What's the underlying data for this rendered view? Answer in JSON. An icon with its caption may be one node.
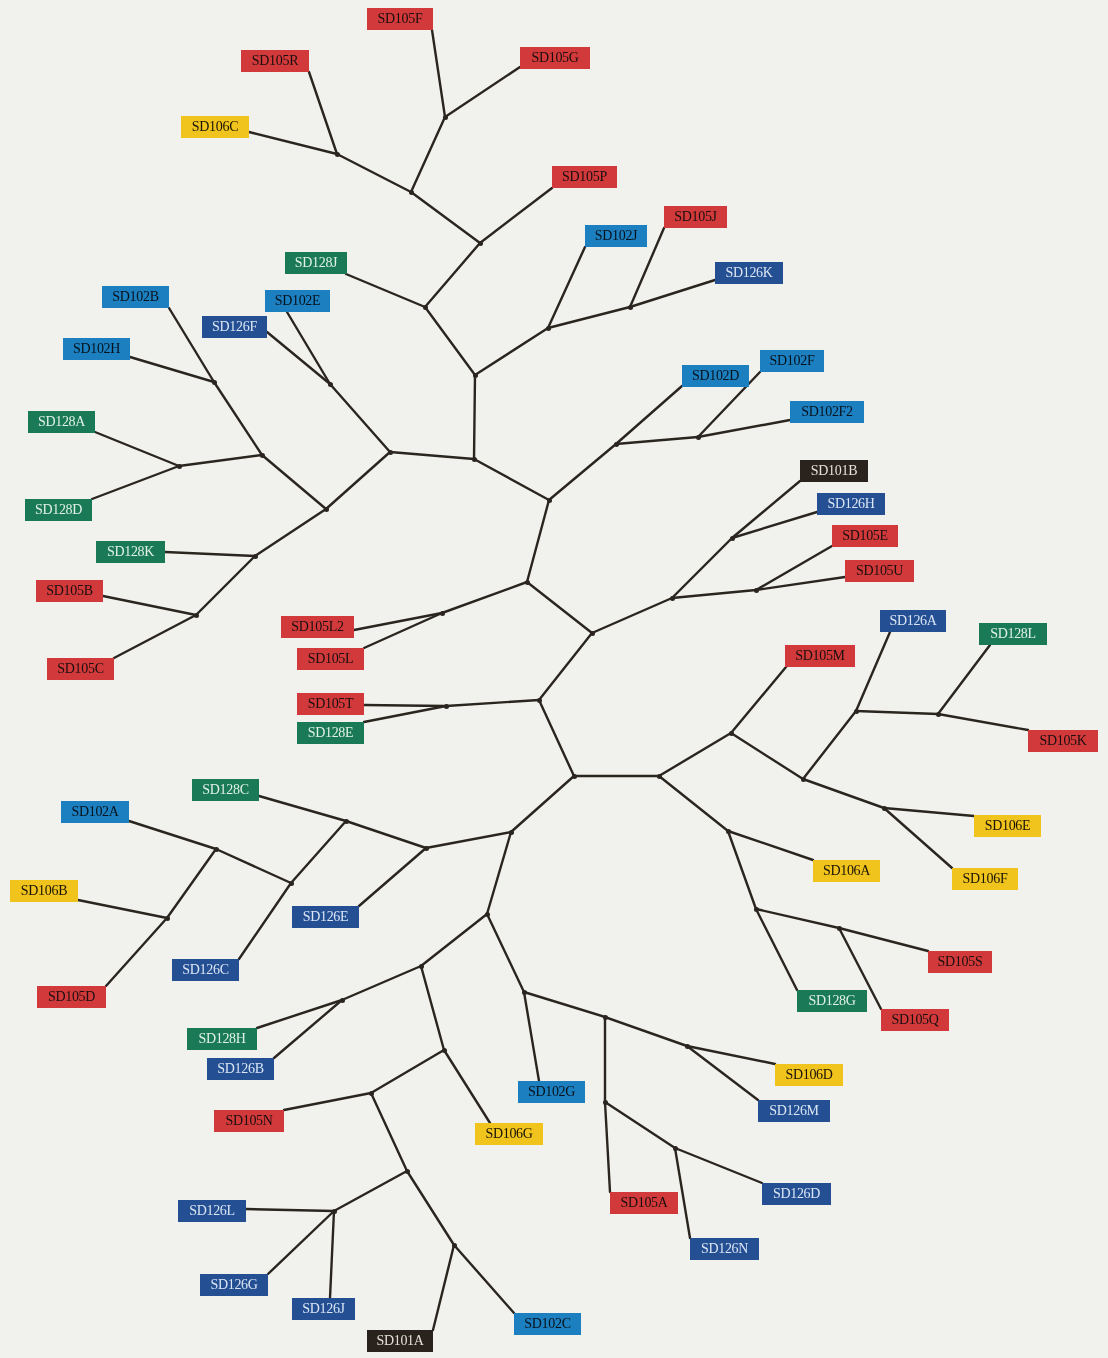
{
  "diagram": {
    "nodes": [
      {
        "text": [
          "SD105F"
        ]
      },
      {
        "text": [
          "SD105R"
        ]
      },
      {
        "text": [
          "SD105G"
        ]
      },
      {
        "text": [
          "SD106C"
        ]
      },
      {
        "text": [
          "SD105P"
        ]
      },
      {
        "text": [
          "SD105J"
        ]
      },
      {
        "text": [
          "SD102J"
        ]
      },
      {
        "text": [
          "SD128J"
        ]
      },
      {
        "text": [
          "SD126K"
        ]
      },
      {
        "text": [
          "SD102B"
        ]
      },
      {
        "text": [
          "SD102E"
        ]
      },
      {
        "text": [
          "SD126F"
        ]
      },
      {
        "text": [
          "SD102H"
        ]
      },
      {
        "text": [
          "SD102F"
        ]
      },
      {
        "text": [
          "SD102D"
        ]
      },
      {
        "text": [
          "SD102F2"
        ]
      },
      {
        "text": [
          "SD128A"
        ]
      },
      {
        "text": [
          "SD101B"
        ]
      },
      {
        "text": [
          "SD126H"
        ]
      },
      {
        "text": [
          "SD128D"
        ]
      },
      {
        "text": [
          "SD105E"
        ]
      },
      {
        "text": [
          "SD128K"
        ]
      },
      {
        "text": [
          "SD105U"
        ]
      },
      {
        "text": [
          "SD105B"
        ]
      },
      {
        "text": [
          "SD126A"
        ]
      },
      {
        "text": [
          "SD128L"
        ]
      },
      {
        "text": [
          "SD105L2"
        ]
      },
      {
        "text": [
          "SD105M"
        ]
      },
      {
        "text": [
          "SD105L"
        ]
      },
      {
        "text": [
          "SD105C"
        ]
      },
      {
        "text": [
          "SD105T"
        ]
      },
      {
        "text": [
          "SD128E"
        ]
      },
      {
        "text": [
          "SD105K"
        ]
      },
      {
        "text": [
          "SD128C"
        ]
      },
      {
        "text": [
          "SD102A"
        ]
      },
      {
        "text": [
          "SD106E"
        ]
      },
      {
        "text": [
          "SD106A"
        ]
      },
      {
        "text": [
          "SD106F"
        ]
      },
      {
        "text": [
          "SD106B"
        ]
      },
      {
        "text": [
          "SD126E"
        ]
      },
      {
        "text": [
          "SD105S"
        ]
      },
      {
        "text": [
          "SD126C"
        ]
      },
      {
        "text": [
          "SD105D"
        ]
      },
      {
        "text": [
          "SD128G"
        ]
      },
      {
        "text": [
          "SD105Q"
        ]
      },
      {
        "text": [
          "SD128H"
        ]
      },
      {
        "text": [
          "SD126B"
        ]
      },
      {
        "text": [
          "SD106D"
        ]
      },
      {
        "text": [
          "SD102G"
        ]
      },
      {
        "text": [
          "SD126M"
        ]
      },
      {
        "text": [
          "SD105N"
        ]
      },
      {
        "text": [
          "SD106G"
        ]
      },
      {
        "text": [
          "SD105A"
        ]
      },
      {
        "text": [
          "SD126D"
        ]
      },
      {
        "text": [
          "SD126L"
        ]
      },
      {
        "text": [
          "SD126N"
        ]
      },
      {
        "text": [
          "SD126G"
        ]
      },
      {
        "text": [
          "SD126J"
        ]
      },
      {
        "text": [
          "SD102C"
        ]
      },
      {
        "text": [
          "SD101A"
        ]
      },
      {
        "text": [],
        "shape": "dot"
      },
      {
        "text": [],
        "shape": "dot"
      },
      {
        "text": [],
        "shape": "dot"
      },
      {
        "text": [],
        "shape": "dot"
      },
      {
        "text": [],
        "shape": "dot"
      },
      {
        "text": [],
        "shape": "dot"
      },
      {
        "text": [],
        "shape": "dot"
      },
      {
        "text": [],
        "shape": "dot"
      },
      {
        "text": [],
        "shape": "dot"
      },
      {
        "text": [],
        "shape": "dot"
      },
      {
        "text": [],
        "shape": "dot"
      },
      {
        "text": [],
        "shape": "dot"
      },
      {
        "text": [],
        "shape": "dot"
      },
      {
        "text": [],
        "shape": "dot"
      },
      {
        "text": [],
        "shape": "dot"
      },
      {
        "text": [],
        "shape": "dot"
      },
      {
        "text": [],
        "shape": "dot"
      },
      {
        "text": [],
        "shape": "dot"
      },
      {
        "text": [],
        "shape": "dot"
      },
      {
        "text": [],
        "shape": "dot"
      },
      {
        "text": [],
        "shape": "dot"
      },
      {
        "text": [],
        "shape": "dot"
      },
      {
        "text": [],
        "shape": "dot"
      },
      {
        "text": [],
        "shape": "dot"
      },
      {
        "text": [],
        "shape": "dot"
      },
      {
        "text": [],
        "shape": "dot"
      },
      {
        "text": [],
        "shape": "dot"
      },
      {
        "text": [],
        "shape": "dot"
      },
      {
        "text": [],
        "shape": "dot"
      },
      {
        "text": [],
        "shape": "dot"
      },
      {
        "text": [],
        "shape": "dot"
      },
      {
        "text": [],
        "shape": "dot"
      },
      {
        "text": [],
        "shape": "dot"
      },
      {
        "text": [],
        "shape": "dot"
      },
      {
        "text": [],
        "shape": "dot"
      },
      {
        "text": [],
        "shape": "dot"
      },
      {
        "text": [],
        "shape": "dot"
      },
      {
        "text": [],
        "shape": "dot"
      },
      {
        "text": [],
        "shape": "dot"
      },
      {
        "text": [],
        "shape": "dot"
      },
      {
        "text": [],
        "shape": "dot"
      },
      {
        "text": [],
        "shape": "dot"
      },
      {
        "text": [],
        "shape": "dot"
      },
      {
        "text": [],
        "shape": "dot"
      },
      {
        "text": [],
        "shape": "dot"
      },
      {
        "text": [],
        "shape": "dot"
      },
      {
        "text": [],
        "shape": "dot"
      },
      {
        "text": [],
        "shape": "dot"
      },
      {
        "text": [],
        "shape": "dot"
      },
      {
        "text": [],
        "shape": "dot"
      },
      {
        "text": [],
        "shape": "dot"
      },
      {
        "text": [],
        "shape": "dot"
      },
      {
        "text": [],
        "shape": "dot"
      },
      {
        "text": [],
        "shape": "dot"
      },
      {
        "text": [],
        "shape": "dot"
      },
      {
        "text": [],
        "shape": "dot"
      },
      {
        "text": [],
        "shape": "dot"
      }
    ],
    "edges": [
      {
        "from": 60,
        "to": 67,
        "arrow": "none"
      },
      {
        "from": 60,
        "to": 61,
        "arrow": "none"
      },
      {
        "from": 60,
        "to": 68,
        "arrow": "none"
      },
      {
        "from": 68,
        "to": 14,
        "arrow": "none"
      },
      {
        "from": 68,
        "to": 69,
        "arrow": "none"
      },
      {
        "from": 69,
        "to": 13,
        "arrow": "none"
      },
      {
        "from": 69,
        "to": 15,
        "arrow": "none"
      },
      {
        "from": 67,
        "to": 70,
        "arrow": "none"
      },
      {
        "from": 67,
        "to": 71,
        "arrow": "none"
      },
      {
        "from": 70,
        "to": 73,
        "arrow": "none"
      },
      {
        "from": 70,
        "to": 72,
        "arrow": "none"
      },
      {
        "from": 73,
        "to": 7,
        "arrow": "none"
      },
      {
        "from": 73,
        "to": 74,
        "arrow": "none"
      },
      {
        "from": 74,
        "to": 4,
        "arrow": "none"
      },
      {
        "from": 74,
        "to": 75,
        "arrow": "none"
      },
      {
        "from": 75,
        "to": 76,
        "arrow": "none"
      },
      {
        "from": 75,
        "to": 77,
        "arrow": "none"
      },
      {
        "from": 76,
        "to": 0,
        "arrow": "none"
      },
      {
        "from": 76,
        "to": 2,
        "arrow": "none"
      },
      {
        "from": 77,
        "to": 3,
        "arrow": "none"
      },
      {
        "from": 77,
        "to": 1,
        "arrow": "none"
      },
      {
        "from": 72,
        "to": 6,
        "arrow": "none"
      },
      {
        "from": 72,
        "to": 78,
        "arrow": "none"
      },
      {
        "from": 78,
        "to": 5,
        "arrow": "none"
      },
      {
        "from": 78,
        "to": 8,
        "arrow": "none"
      },
      {
        "from": 71,
        "to": 79,
        "arrow": "none"
      },
      {
        "from": 71,
        "to": 80,
        "arrow": "none"
      },
      {
        "from": 79,
        "to": 11,
        "arrow": "none"
      },
      {
        "from": 79,
        "to": 10,
        "arrow": "none"
      },
      {
        "from": 80,
        "to": 81,
        "arrow": "none"
      },
      {
        "from": 80,
        "to": 82,
        "arrow": "none"
      },
      {
        "from": 81,
        "to": 83,
        "arrow": "none"
      },
      {
        "from": 81,
        "to": 84,
        "arrow": "none"
      },
      {
        "from": 83,
        "to": 9,
        "arrow": "none"
      },
      {
        "from": 83,
        "to": 12,
        "arrow": "none"
      },
      {
        "from": 84,
        "to": 16,
        "arrow": "none"
      },
      {
        "from": 84,
        "to": 19,
        "arrow": "none"
      },
      {
        "from": 82,
        "to": 21,
        "arrow": "none"
      },
      {
        "from": 82,
        "to": 85,
        "arrow": "none"
      },
      {
        "from": 85,
        "to": 23,
        "arrow": "none"
      },
      {
        "from": 85,
        "to": 29,
        "arrow": "none"
      },
      {
        "from": 61,
        "to": 86,
        "arrow": "none"
      },
      {
        "from": 61,
        "to": 62,
        "arrow": "none"
      },
      {
        "from": 86,
        "to": 26,
        "arrow": "none"
      },
      {
        "from": 86,
        "to": 28,
        "arrow": "none"
      },
      {
        "from": 62,
        "to": 87,
        "arrow": "none"
      },
      {
        "from": 62,
        "to": 63,
        "arrow": "none"
      },
      {
        "from": 87,
        "to": 88,
        "arrow": "none"
      },
      {
        "from": 87,
        "to": 89,
        "arrow": "none"
      },
      {
        "from": 88,
        "to": 17,
        "arrow": "none"
      },
      {
        "from": 88,
        "to": 18,
        "arrow": "none"
      },
      {
        "from": 89,
        "to": 20,
        "arrow": "none"
      },
      {
        "from": 89,
        "to": 22,
        "arrow": "none"
      },
      {
        "from": 63,
        "to": 90,
        "arrow": "none"
      },
      {
        "from": 63,
        "to": 64,
        "arrow": "none"
      },
      {
        "from": 90,
        "to": 30,
        "arrow": "none"
      },
      {
        "from": 90,
        "to": 31,
        "arrow": "none"
      },
      {
        "from": 64,
        "to": 65,
        "arrow": "none"
      },
      {
        "from": 64,
        "to": 66,
        "arrow": "none"
      },
      {
        "from": 65,
        "to": 91,
        "arrow": "none"
      },
      {
        "from": 65,
        "to": 96,
        "arrow": "none"
      },
      {
        "from": 91,
        "to": 27,
        "arrow": "none"
      },
      {
        "from": 91,
        "to": 92,
        "arrow": "none"
      },
      {
        "from": 92,
        "to": 93,
        "arrow": "none"
      },
      {
        "from": 92,
        "to": 94,
        "arrow": "none"
      },
      {
        "from": 93,
        "to": 24,
        "arrow": "none"
      },
      {
        "from": 93,
        "to": 95,
        "arrow": "none"
      },
      {
        "from": 95,
        "to": 25,
        "arrow": "none"
      },
      {
        "from": 95,
        "to": 32,
        "arrow": "none"
      },
      {
        "from": 94,
        "to": 35,
        "arrow": "none"
      },
      {
        "from": 94,
        "to": 37,
        "arrow": "none"
      },
      {
        "from": 96,
        "to": 36,
        "arrow": "none"
      },
      {
        "from": 96,
        "to": 97,
        "arrow": "none"
      },
      {
        "from": 97,
        "to": 43,
        "arrow": "none"
      },
      {
        "from": 97,
        "to": 98,
        "arrow": "none"
      },
      {
        "from": 98,
        "to": 40,
        "arrow": "none"
      },
      {
        "from": 98,
        "to": 44,
        "arrow": "none"
      },
      {
        "from": 66,
        "to": 99,
        "arrow": "none"
      },
      {
        "from": 66,
        "to": 104,
        "arrow": "none"
      },
      {
        "from": 99,
        "to": 100,
        "arrow": "none"
      },
      {
        "from": 99,
        "to": 39,
        "arrow": "none"
      },
      {
        "from": 100,
        "to": 33,
        "arrow": "none"
      },
      {
        "from": 100,
        "to": 101,
        "arrow": "none"
      },
      {
        "from": 101,
        "to": 102,
        "arrow": "none"
      },
      {
        "from": 101,
        "to": 41,
        "arrow": "none"
      },
      {
        "from": 102,
        "to": 34,
        "arrow": "none"
      },
      {
        "from": 102,
        "to": 103,
        "arrow": "none"
      },
      {
        "from": 103,
        "to": 38,
        "arrow": "none"
      },
      {
        "from": 103,
        "to": 42,
        "arrow": "none"
      },
      {
        "from": 104,
        "to": 110,
        "arrow": "none"
      },
      {
        "from": 104,
        "to": 105,
        "arrow": "none"
      },
      {
        "from": 105,
        "to": 48,
        "arrow": "none"
      },
      {
        "from": 105,
        "to": 106,
        "arrow": "none"
      },
      {
        "from": 106,
        "to": 107,
        "arrow": "none"
      },
      {
        "from": 106,
        "to": 108,
        "arrow": "none"
      },
      {
        "from": 107,
        "to": 47,
        "arrow": "none"
      },
      {
        "from": 107,
        "to": 49,
        "arrow": "none"
      },
      {
        "from": 108,
        "to": 52,
        "arrow": "none"
      },
      {
        "from": 108,
        "to": 109,
        "arrow": "none"
      },
      {
        "from": 109,
        "to": 53,
        "arrow": "none"
      },
      {
        "from": 109,
        "to": 55,
        "arrow": "none"
      },
      {
        "from": 110,
        "to": 111,
        "arrow": "none"
      },
      {
        "from": 110,
        "to": 112,
        "arrow": "none"
      },
      {
        "from": 111,
        "to": 45,
        "arrow": "none"
      },
      {
        "from": 111,
        "to": 46,
        "arrow": "none"
      },
      {
        "from": 112,
        "to": 51,
        "arrow": "none"
      },
      {
        "from": 112,
        "to": 113,
        "arrow": "none"
      },
      {
        "from": 113,
        "to": 50,
        "arrow": "none"
      },
      {
        "from": 113,
        "to": 114,
        "arrow": "none"
      },
      {
        "from": 114,
        "to": 115,
        "arrow": "none"
      },
      {
        "from": 114,
        "to": 116,
        "arrow": "none"
      },
      {
        "from": 115,
        "to": 54,
        "arrow": "none"
      },
      {
        "from": 115,
        "to": 56,
        "arrow": "none"
      },
      {
        "from": 115,
        "to": 57,
        "arrow": "none"
      },
      {
        "from": 116,
        "to": 59,
        "arrow": "none"
      },
      {
        "from": 116,
        "to": 58,
        "arrow": "none"
      }
    ]
  }
}
